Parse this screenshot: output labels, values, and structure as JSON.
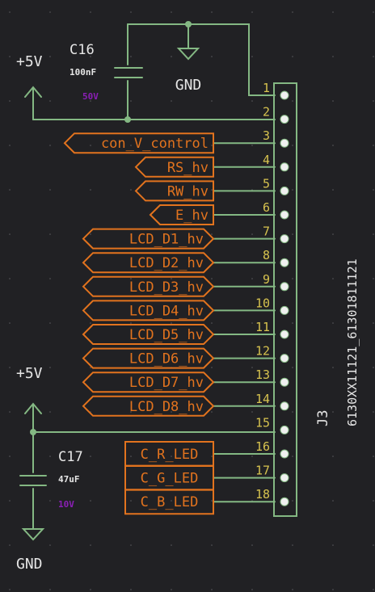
{
  "connector": {
    "reference": "J3",
    "value": "6130XX11121_61301811121",
    "pins": [
      {
        "num": "1",
        "net": "GND"
      },
      {
        "num": "2",
        "net": "+5V"
      },
      {
        "num": "3",
        "label": "con_V_control"
      },
      {
        "num": "4",
        "label": "RS_hv"
      },
      {
        "num": "5",
        "label": "RW_hv"
      },
      {
        "num": "6",
        "label": "E_hv"
      },
      {
        "num": "7",
        "label": "LCD_D1_hv"
      },
      {
        "num": "8",
        "label": "LCD_D2_hv"
      },
      {
        "num": "9",
        "label": "LCD_D3_hv"
      },
      {
        "num": "10",
        "label": "LCD_D4_hv"
      },
      {
        "num": "11",
        "label": "LCD_D5_hv"
      },
      {
        "num": "12",
        "label": "LCD_D6_hv"
      },
      {
        "num": "13",
        "label": "LCD_D7_hv"
      },
      {
        "num": "14",
        "label": "LCD_D8_hv"
      },
      {
        "num": "15",
        "net": "+5V"
      },
      {
        "num": "16",
        "label": "C_R_LED"
      },
      {
        "num": "17",
        "label": "C_G_LED"
      },
      {
        "num": "18",
        "label": "C_B_LED"
      }
    ]
  },
  "capacitors": [
    {
      "ref": "C16",
      "value": "100nF",
      "voltage": "50V"
    },
    {
      "ref": "C17",
      "value": "47uF",
      "voltage": "10V"
    }
  ],
  "power": {
    "vcc_top": "+5V",
    "gnd_top": "GND",
    "vcc_bottom": "+5V",
    "gnd_bottom": "GND"
  },
  "colors": {
    "background": "#212124",
    "wire": "#84b883",
    "label": "#e2731e",
    "pin_number": "#d7c34f",
    "text": "#e6e6e6",
    "voltage_rating": "#8a1fb5",
    "connector_body": "#84b883"
  }
}
